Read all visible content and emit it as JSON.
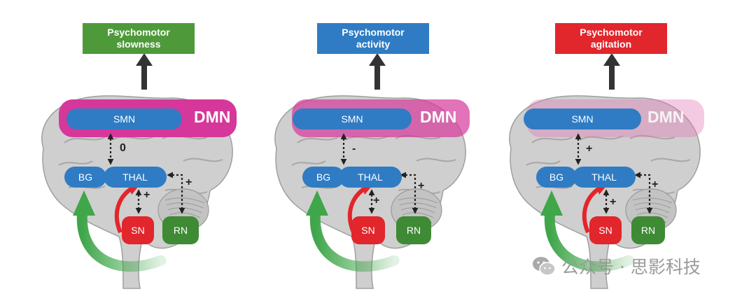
{
  "panels": [
    {
      "id": "slowness",
      "output_label": "Psychomotor\nslowness",
      "output_color": "#4e9a3a",
      "dmn_label": "DMN",
      "dmn_color": "#d6379a",
      "dmn_opacity": 1.0,
      "smn_thal_sign": "0",
      "thal_rn_sign": "+",
      "thal_sn_sign": "+"
    },
    {
      "id": "activity",
      "output_label": "Psychomotor\nactivity",
      "output_color": "#2f7cc4",
      "dmn_label": "DMN",
      "dmn_color": "#d6379a",
      "dmn_opacity": 0.7,
      "smn_thal_sign": "-",
      "thal_rn_sign": "+",
      "thal_sn_sign": "+"
    },
    {
      "id": "agitation",
      "output_label": "Psychomotor\nagitation",
      "output_color": "#e1262c",
      "dmn_label": "DMN",
      "dmn_color": "#e07ab5",
      "dmn_opacity": 0.4,
      "smn_thal_sign": "+",
      "thal_rn_sign": "+",
      "thal_sn_sign": "+"
    }
  ],
  "nodes": {
    "smn": "SMN",
    "bg": "BG",
    "thal": "THAL",
    "sn": "SN",
    "rn": "RN"
  },
  "colors": {
    "node_blue": "#2f7cc4",
    "sn_red": "#e1262c",
    "rn_green": "#3f8a35",
    "arrow_green": "#3fa64a",
    "arrow_red": "#e1262c",
    "brain_gray": "#cfcfcf"
  },
  "watermark": "公众号 · 思影科技"
}
